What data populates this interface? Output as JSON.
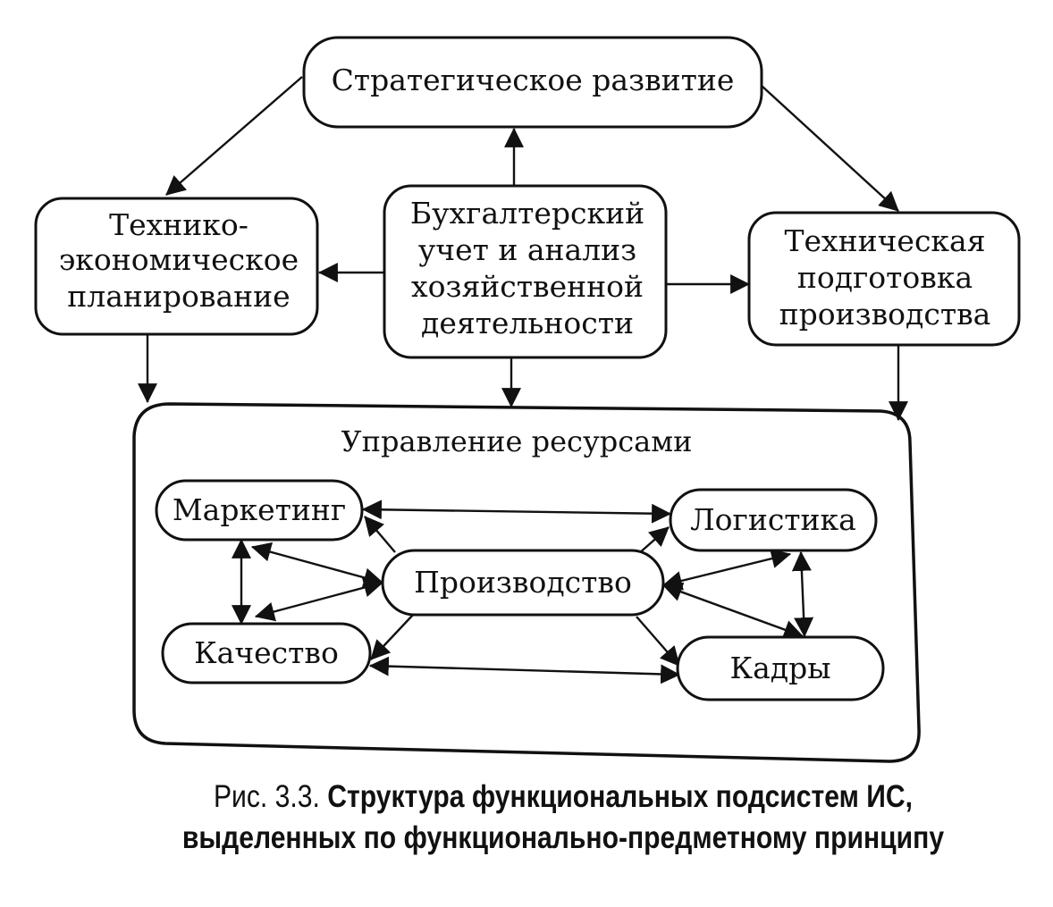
{
  "diagram": {
    "nodes": {
      "strategic": {
        "label": "Стратегическое развитие"
      },
      "planning": {
        "lines": [
          "Технико-",
          "экономическое",
          "планирование"
        ]
      },
      "accounting": {
        "lines": [
          "Бухгалтерский",
          "учет и анализ",
          "хозяйственной",
          "деятельности"
        ]
      },
      "tech_prep": {
        "lines": [
          "Техническая",
          "подготовка",
          "производства"
        ]
      },
      "resources": {
        "label": "Управление ресурсами"
      },
      "marketing": {
        "label": "Маркетинг"
      },
      "logistics": {
        "label": "Логистика"
      },
      "production": {
        "label": "Производство"
      },
      "quality": {
        "label": "Качество"
      },
      "personnel": {
        "label": "Кадры"
      }
    },
    "edges": [
      {
        "from": "strategic",
        "to": "planning",
        "direction": "forward"
      },
      {
        "from": "strategic",
        "to": "tech_prep",
        "direction": "forward"
      },
      {
        "from": "accounting",
        "to": "strategic",
        "direction": "forward"
      },
      {
        "from": "accounting",
        "to": "planning",
        "direction": "forward"
      },
      {
        "from": "accounting",
        "to": "tech_prep",
        "direction": "forward"
      },
      {
        "from": "accounting",
        "to": "resources",
        "direction": "forward"
      },
      {
        "from": "planning",
        "to": "resources",
        "direction": "forward"
      },
      {
        "from": "tech_prep",
        "to": "resources",
        "direction": "forward"
      },
      {
        "from": "marketing",
        "to": "logistics",
        "direction": "both"
      },
      {
        "from": "marketing",
        "to": "quality",
        "direction": "both"
      },
      {
        "from": "marketing",
        "to": "production",
        "direction": "both"
      },
      {
        "from": "quality",
        "to": "production",
        "direction": "both"
      },
      {
        "from": "production",
        "to": "marketing",
        "direction": "forward"
      },
      {
        "from": "production",
        "to": "logistics",
        "direction": "forward"
      },
      {
        "from": "production",
        "to": "quality",
        "direction": "forward"
      },
      {
        "from": "production",
        "to": "personnel",
        "direction": "forward"
      },
      {
        "from": "logistics",
        "to": "production",
        "direction": "both"
      },
      {
        "from": "personnel",
        "to": "production",
        "direction": "both"
      },
      {
        "from": "logistics",
        "to": "personnel",
        "direction": "both"
      },
      {
        "from": "quality",
        "to": "personnel",
        "direction": "both"
      }
    ]
  },
  "caption": {
    "figure_label": "Рис. 3.3.",
    "line1": "Структура функциональных подсистем ИС,",
    "line2": "выделенных по функционально-предметному принципу"
  }
}
